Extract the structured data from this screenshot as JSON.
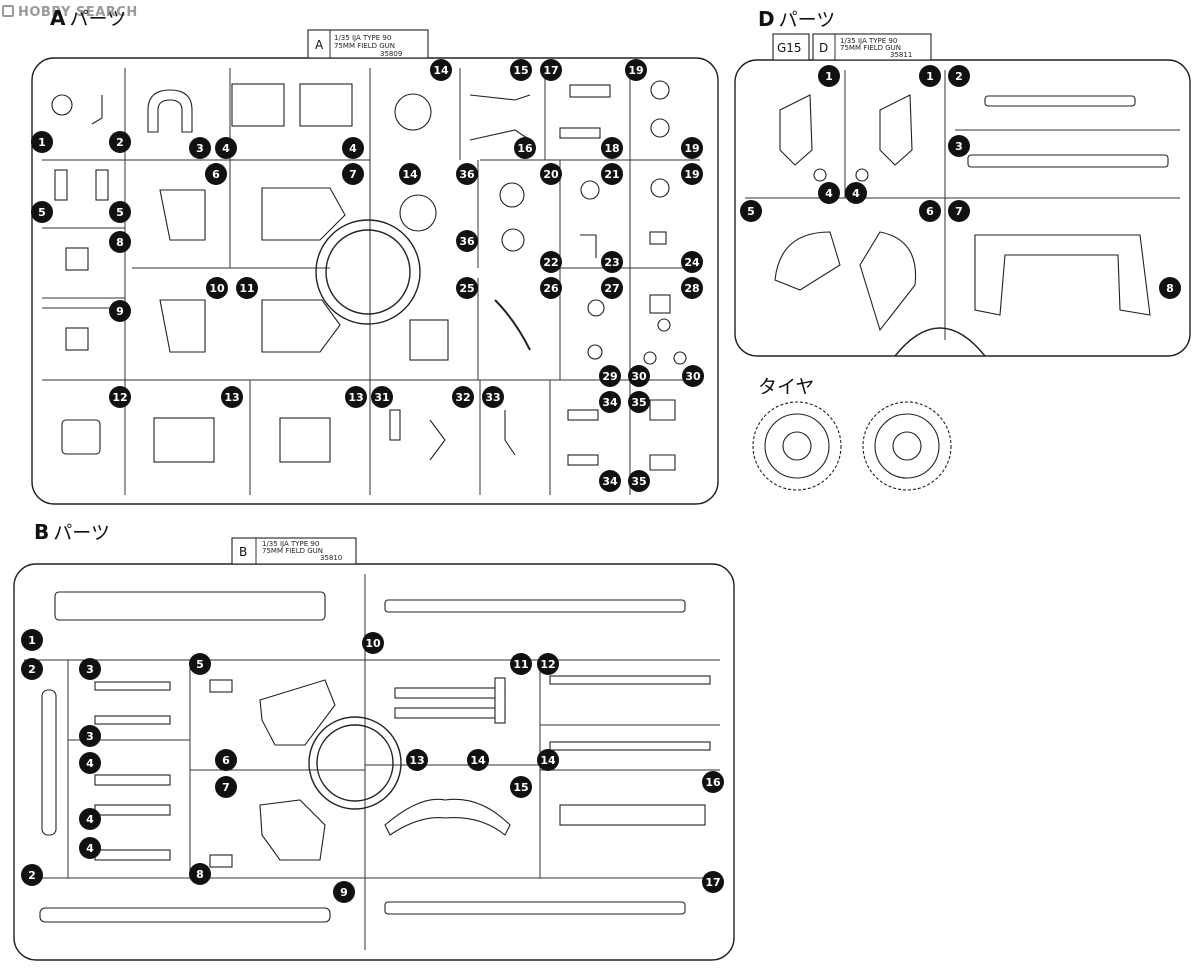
{
  "watermark": "HOBBY SEARCH",
  "sections": {
    "a": {
      "letter": "A",
      "kana": "パーツ",
      "tag_letter": "A",
      "tag_l1": "1/35 IJA TYPE 90",
      "tag_l2": "75MM FIELD GUN",
      "tag_l3": "35809"
    },
    "b": {
      "letter": "B",
      "kana": "パーツ",
      "tag_letter": "B",
      "tag_l1": "1/35 IJA TYPE 90",
      "tag_l2": "75MM FIELD GUN",
      "tag_l3": "35810"
    },
    "d": {
      "letter": "D",
      "kana": "パーツ",
      "tag_letter": "D",
      "tag_extra": "G15",
      "tag_l1": "1/35 IJA TYPE 90",
      "tag_l2": "75MM FIELD GUN",
      "tag_l3": "35811"
    }
  },
  "tires": {
    "label": "タイヤ"
  },
  "labels_a": [
    "1",
    "2",
    "3",
    "4",
    "4",
    "5",
    "5",
    "6",
    "7",
    "8",
    "9",
    "10",
    "11",
    "12",
    "13",
    "13",
    "14",
    "14",
    "15",
    "16",
    "17",
    "18",
    "19",
    "19",
    "19",
    "20",
    "21",
    "22",
    "23",
    "24",
    "25",
    "26",
    "27",
    "28",
    "29",
    "30",
    "30",
    "31",
    "32",
    "33",
    "34",
    "34",
    "35",
    "35",
    "36",
    "36"
  ],
  "labels_b": [
    "1",
    "2",
    "2",
    "3",
    "3",
    "4",
    "4",
    "4",
    "5",
    "6",
    "7",
    "8",
    "9",
    "10",
    "11",
    "12",
    "13",
    "14",
    "14",
    "15",
    "16",
    "17"
  ],
  "labels_d": [
    "1",
    "1",
    "2",
    "3",
    "4",
    "4",
    "5",
    "6",
    "7",
    "8"
  ]
}
